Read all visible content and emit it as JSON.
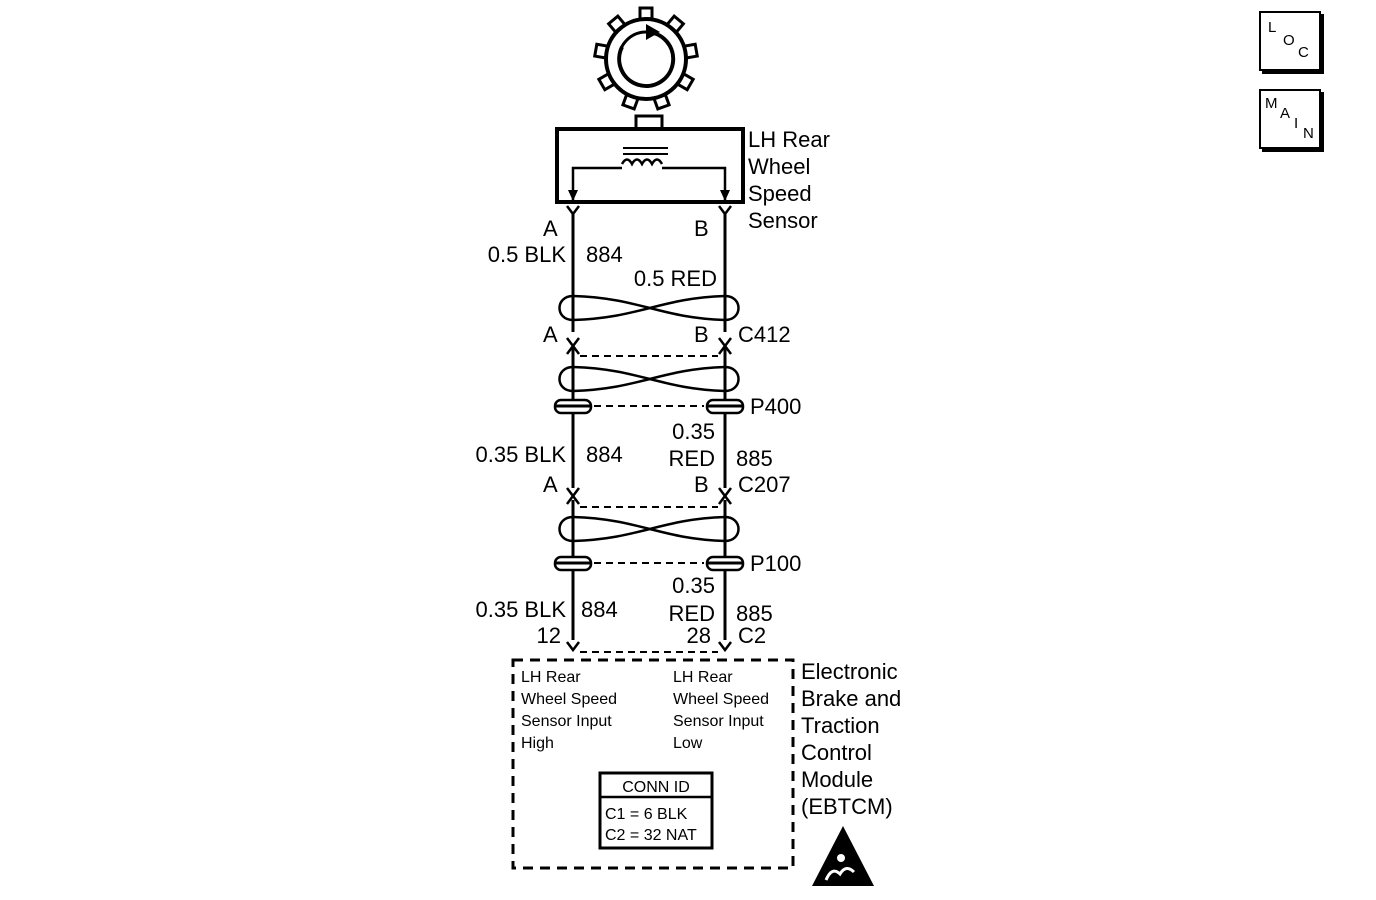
{
  "nav": {
    "loc": [
      "L",
      "O",
      "C"
    ],
    "main": [
      "M",
      "A",
      "I",
      "N"
    ]
  },
  "sensor": {
    "label_lines": [
      "LH Rear",
      "Wheel",
      "Speed",
      "Sensor"
    ],
    "pin_a": "A",
    "pin_b": "B"
  },
  "wires": {
    "seg1_left": "0.5 BLK",
    "seg1_circuit_left": "884",
    "seg1_right": "0.5 RED",
    "seg2_left": "0.35 BLK",
    "seg2_circuit_left": "884",
    "seg2_right_gauge": "0.35",
    "seg2_right_color": "RED",
    "seg2_circuit_right": "885",
    "seg3_left": "0.35 BLK",
    "seg3_circuit_left": "884",
    "seg3_right_gauge": "0.35",
    "seg3_right_color": "RED",
    "seg3_circuit_right": "885"
  },
  "connectors": {
    "c412": {
      "name": "C412",
      "pin_a": "A",
      "pin_b": "B"
    },
    "p400": {
      "name": "P400"
    },
    "c207": {
      "name": "C207",
      "pin_a": "A",
      "pin_b": "B"
    },
    "p100": {
      "name": "P100"
    },
    "c2": {
      "name": "C2",
      "pin_left": "12",
      "pin_right": "28"
    }
  },
  "module": {
    "label_lines": [
      "Electronic",
      "Brake and",
      "Traction",
      "Control",
      "Module",
      "(EBTCM)"
    ],
    "input_high_lines": [
      "LH Rear",
      "Wheel Speed",
      "Sensor Input",
      "High"
    ],
    "input_low_lines": [
      "LH Rear",
      "Wheel Speed",
      "Sensor Input",
      "Low"
    ],
    "conn_id": {
      "title": "CONN ID",
      "rows": [
        "C1 = 6 BLK",
        "C2 = 32 NAT"
      ]
    }
  }
}
